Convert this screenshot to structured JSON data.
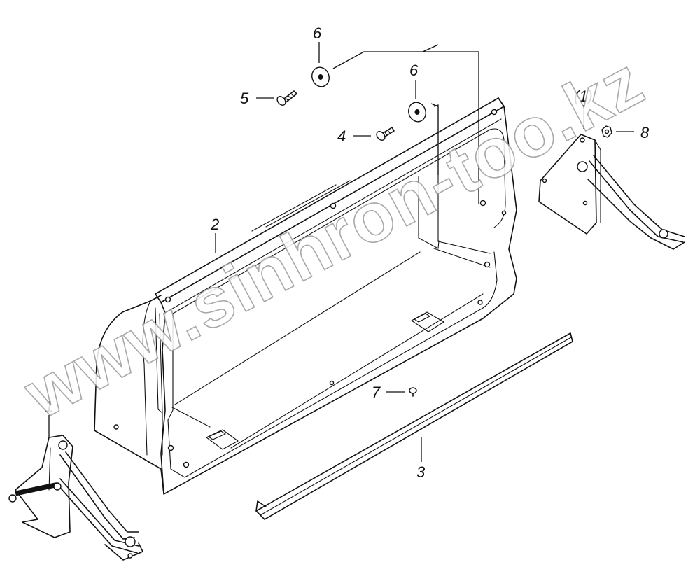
{
  "watermark": "www.sinhron-too.kz",
  "callouts": {
    "c1": "1",
    "c1_ref": "(1)",
    "c2": "2",
    "c3": "3",
    "c4": "4",
    "c5": "5",
    "c6a": "6",
    "c6b": "6",
    "c7": "7",
    "c8": "8"
  }
}
